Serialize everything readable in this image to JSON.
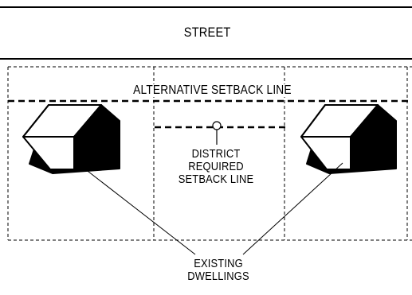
{
  "labels": {
    "street": "STREET",
    "alternative_setback": "ALTERNATIVE SETBACK LINE",
    "district_setback": [
      "DISTRICT",
      "REQUIRED",
      "SETBACK LINE"
    ],
    "existing_dwellings": [
      "EXISTING",
      "DWELLINGS"
    ]
  }
}
